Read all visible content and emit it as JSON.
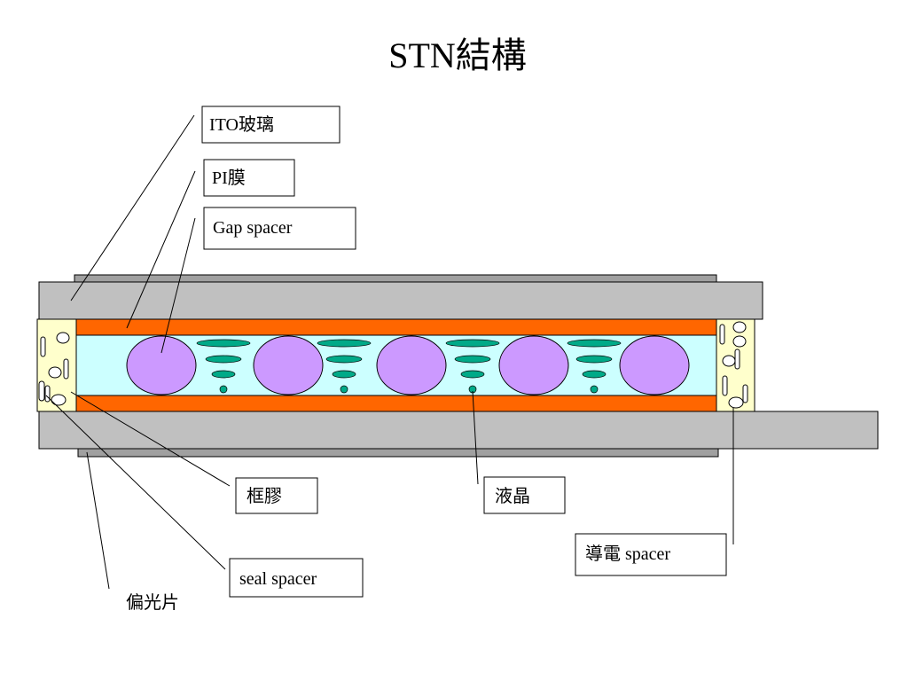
{
  "title": "STN結構",
  "labels": {
    "ito_glass": "ITO玻璃",
    "pi_film": "PI膜",
    "gap_spacer": "Gap spacer",
    "frame_glue": "框膠",
    "liquid_crystal": "液晶",
    "conductive_spacer": "導電 spacer",
    "seal_spacer": "seal spacer",
    "polarizer": "偏光片"
  },
  "colors": {
    "glass": "#c0c0c0",
    "polarizer": "#a0a0a0",
    "pi_film": "#ff6600",
    "liquid_crystal_region": "#ccffff",
    "gap_spacer": "#cc99ff",
    "lc_molecule": "#00aa88",
    "seal_frame": "#ffffcc"
  }
}
